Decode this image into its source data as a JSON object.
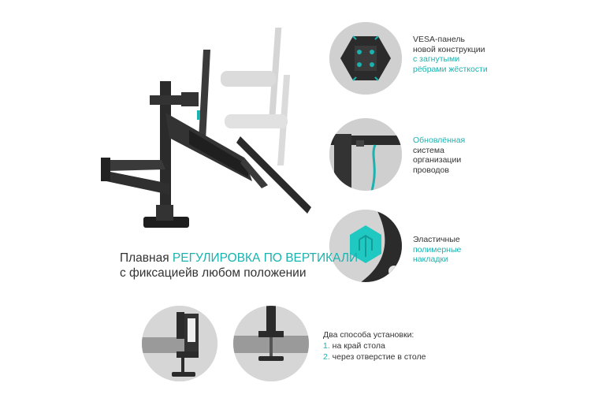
{
  "features": [
    {
      "lines": [
        "VESA-панель",
        "новой конструкции"
      ],
      "accent_lines": [
        "с загнутыми",
        "рёбрами жёсткости"
      ],
      "icon": "vesa-plate-icon"
    },
    {
      "accent_lines": [
        "Обновлённая"
      ],
      "lines": [
        "система",
        "организации",
        "проводов"
      ],
      "icon": "cable-management-icon"
    },
    {
      "lines": [
        "Эластичные"
      ],
      "accent_lines": [
        "полимерные",
        "накладки"
      ],
      "icon": "polymer-pad-icon"
    }
  ],
  "headline": {
    "prefix": "Плавная ",
    "accent": "РЕГУЛИРОВКА ПО ВЕРТИКАЛИ",
    "line2": "с фиксациейв любом положении"
  },
  "mounting": {
    "title": "Два способа установки:",
    "options": [
      {
        "num": "1.",
        "text": " на край стола"
      },
      {
        "num": "2.",
        "text": " через отверстие в столе"
      }
    ]
  },
  "colors": {
    "accent": "#19b3b0",
    "dark": "#2b2b2b",
    "circle_bg": "#d6d6d6"
  }
}
